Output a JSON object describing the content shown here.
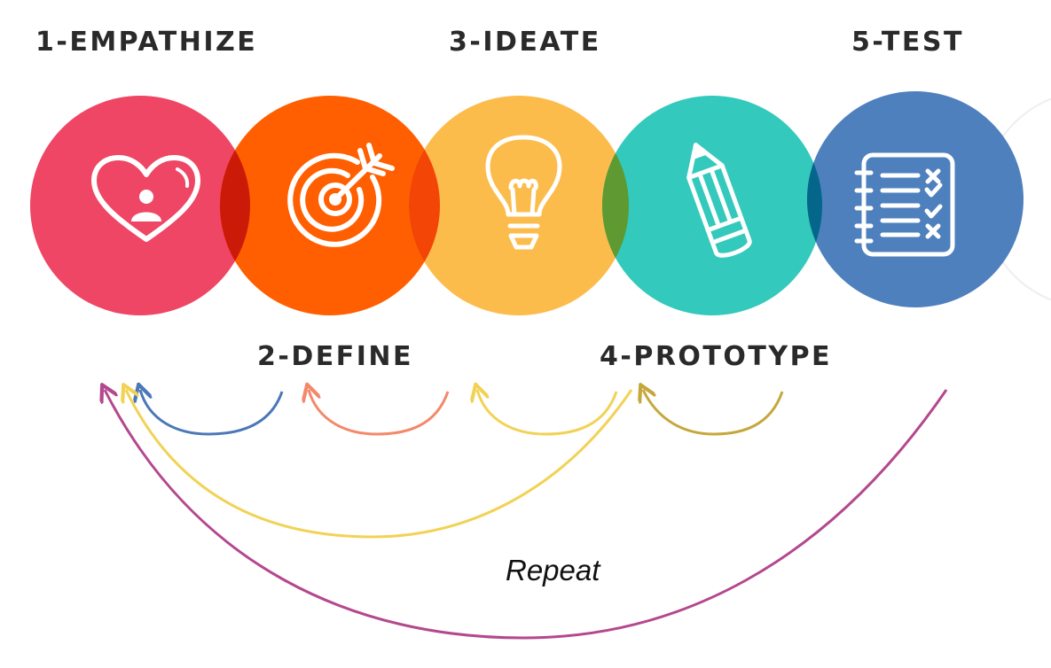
{
  "stages": [
    {
      "label": "1-EMPATHIZE",
      "color": "#ee4664",
      "icon": "heart-person-icon"
    },
    {
      "label": "2-DEFINE",
      "color": "#ff5f00",
      "icon": "target-icon"
    },
    {
      "label": "3-IDEATE",
      "color": "#fcbc4c",
      "icon": "lightbulb-icon"
    },
    {
      "label": "4-PROTOTYPE",
      "color": "#33c9bc",
      "icon": "pencil-icon"
    },
    {
      "label": "5-TEST",
      "color": "#4e80bd",
      "icon": "checklist-icon"
    }
  ],
  "overlap_colors": [
    "#cc1a08",
    "#f24506",
    "#5e9931",
    "#03668a"
  ],
  "arrow_colors": {
    "blue": "#4a78b8",
    "orange": "#f3896a",
    "yellow": "#f2d255",
    "olive": "#c5a83c",
    "purple": "#b4488e"
  },
  "repeat_label": "Repeat"
}
